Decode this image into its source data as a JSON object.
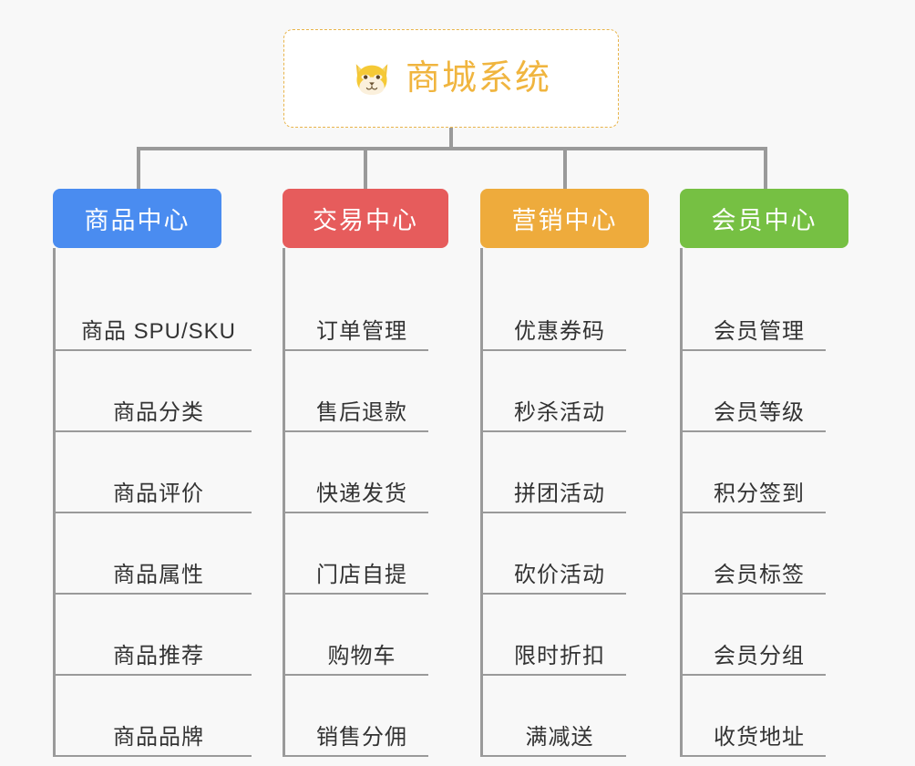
{
  "page": {
    "background_color": "#f8f8f8",
    "line_color": "#9a9a9a",
    "leaf_text_color": "#333333"
  },
  "root": {
    "title": "商城系统",
    "icon": "shiba-dog-face-icon",
    "text_color": "#f0b53f",
    "border_color": "#e8b44a",
    "background_color": "#ffffff"
  },
  "categories": [
    {
      "label": "商品中心",
      "color": "#4a8cf0",
      "items": [
        "商品 SPU/SKU",
        "商品分类",
        "商品评价",
        "商品属性",
        "商品推荐",
        "商品品牌"
      ]
    },
    {
      "label": "交易中心",
      "color": "#e65c5c",
      "items": [
        "订单管理",
        "售后退款",
        "快递发货",
        "门店自提",
        "购物车",
        "销售分佣"
      ]
    },
    {
      "label": "营销中心",
      "color": "#eeab3c",
      "items": [
        "优惠券码",
        "秒杀活动",
        "拼团活动",
        "砍价活动",
        "限时折扣",
        "满减送"
      ]
    },
    {
      "label": "会员中心",
      "color": "#76c043",
      "items": [
        "会员管理",
        "会员等级",
        "积分签到",
        "会员标签",
        "会员分组",
        "收货地址"
      ]
    }
  ]
}
